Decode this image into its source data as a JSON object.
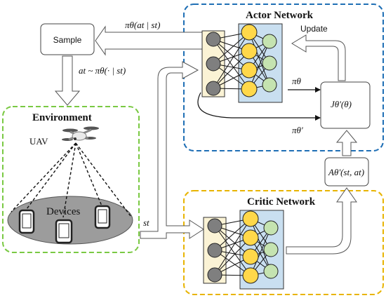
{
  "colors": {
    "actor_border": "#1f6fb5",
    "critic_border": "#e8b400",
    "env_border": "#7ac943",
    "input_layer_bg": "#fbf3d5",
    "hidden_layer_bg": "#c9dff0",
    "input_node": "#7f7f7f",
    "hidden_node": "#ffd84a",
    "output_node": "#c5e3b0",
    "device_area": "#9c9c9c"
  },
  "actor": {
    "title": "Actor Network",
    "update_label": "Update"
  },
  "critic": {
    "title": "Critic Network"
  },
  "environment": {
    "title": "Environment",
    "uav_label": "UAV",
    "devices_label": "Devices"
  },
  "sample": {
    "label": "Sample"
  },
  "math": {
    "pi_theta_at_st": "πθ(at | st)",
    "at_sample": "at ~ πθ(· | st)",
    "pi_theta": "πθ",
    "pi_theta_prime": "πθ'",
    "objective": "Jθ'(θ)",
    "advantage": "Aθ'(st, at)",
    "state": "st"
  }
}
